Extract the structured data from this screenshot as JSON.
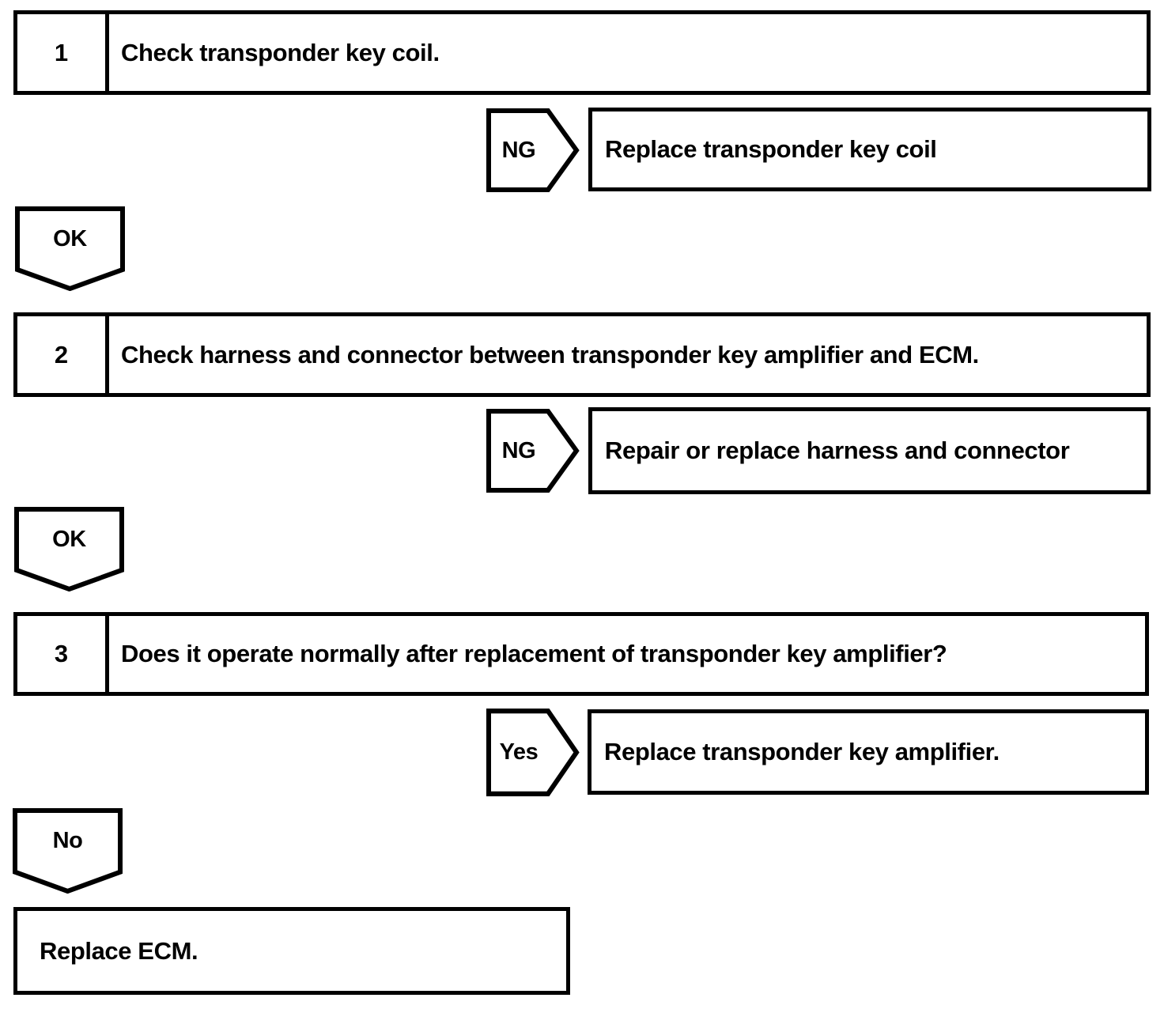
{
  "diagram": {
    "type": "troubleshooting-flowchart",
    "steps": [
      {
        "number": "1",
        "title": "Check transponder key coil.",
        "branch": {
          "label": "NG",
          "result": "Replace transponder key coil"
        },
        "next": {
          "label": "OK"
        }
      },
      {
        "number": "2",
        "title": "Check harness and connector between transponder key amplifier and ECM.",
        "branch": {
          "label": "NG",
          "result": "Repair or replace harness and connector"
        },
        "next": {
          "label": "OK"
        }
      },
      {
        "number": "3",
        "title": "Does it operate normally after replacement of transponder key amplifier?",
        "branch": {
          "label": "Yes",
          "result": "Replace transponder key amplifier."
        },
        "next": {
          "label": "No"
        }
      }
    ],
    "final_action": "Replace ECM.",
    "colors": {
      "line": "#000000",
      "background": "#ffffff"
    }
  }
}
